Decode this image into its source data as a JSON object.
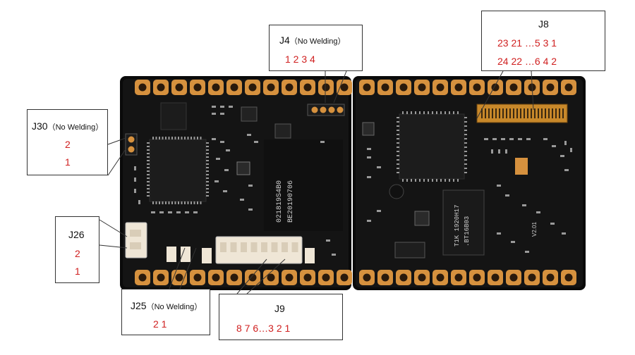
{
  "colors": {
    "pcb": "#141414",
    "pcb_edge": "#0a0a0a",
    "pad_gold": "#d6913e",
    "pad_hole": "#2a1a0c",
    "chip": "#1c1c1c",
    "smd": "#9a9a9a",
    "label_red": "#d02020",
    "connector": "#efe6d6"
  },
  "board_left_text": {
    "line1": "021819S4B0",
    "line2": "BE20190706"
  },
  "board_right_text": {
    "chip_line1": "T1K 1920H17",
    "chip_line2": ".BT16B03",
    "version": "V2.01"
  },
  "connectors": {
    "j4": {
      "name": "J4",
      "note": "（No Welding）",
      "rows": [
        "1   2   3   4"
      ]
    },
    "j8": {
      "name": "J8",
      "note": "",
      "rows": [
        "23   21 …5   3   1",
        "24   22 …6   4   2"
      ]
    },
    "j30": {
      "name": "J30",
      "note": "（No Welding）",
      "rows": [
        "2",
        "1"
      ]
    },
    "j26": {
      "name": "J26",
      "note": "",
      "rows": [
        "2",
        "1"
      ]
    },
    "j25": {
      "name": "J25",
      "note": "（No Welding）",
      "rows": [
        "2   1"
      ]
    },
    "j9": {
      "name": "J9",
      "note": "",
      "rows": [
        "8    7    6…3    2    1"
      ]
    }
  }
}
